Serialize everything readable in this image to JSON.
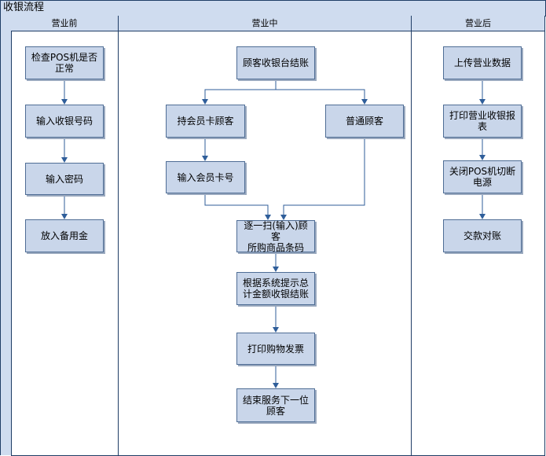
{
  "title": "收银流程",
  "lanes": [
    {
      "name": "营业前"
    },
    {
      "name": "营业中"
    },
    {
      "name": "营业后"
    }
  ],
  "nodes": {
    "check_pos": "检查POS机是否\n正常",
    "input_cashier_no": "输入收银号码",
    "input_password": "输入密码",
    "deposit_reserve": "放入备用金",
    "customer_checkout": "顾客收银台结账",
    "member_customer": "持会员卡顾客",
    "regular_customer": "普通顾客",
    "input_member_card": "输入会员卡号",
    "scan_barcodes": "逐一扫(输入)顾客\n所购商品条码",
    "total_settle": "根据系统提示总\n计金额收银结账",
    "print_invoice": "打印购物发票",
    "next_customer": "结束服务下一位\n顾客",
    "upload_data": "上传营业数据",
    "print_report": "打印营业收银报\n表",
    "shutdown_pos": "关闭POS机切断\n电源",
    "handover": "交款对账"
  },
  "colors": {
    "node_fill": "#c9d6ea",
    "node_border": "#4f6d95",
    "header_fill": "#cfdcef",
    "line": "#1f3d66",
    "arrow": "#2f5e9a"
  }
}
